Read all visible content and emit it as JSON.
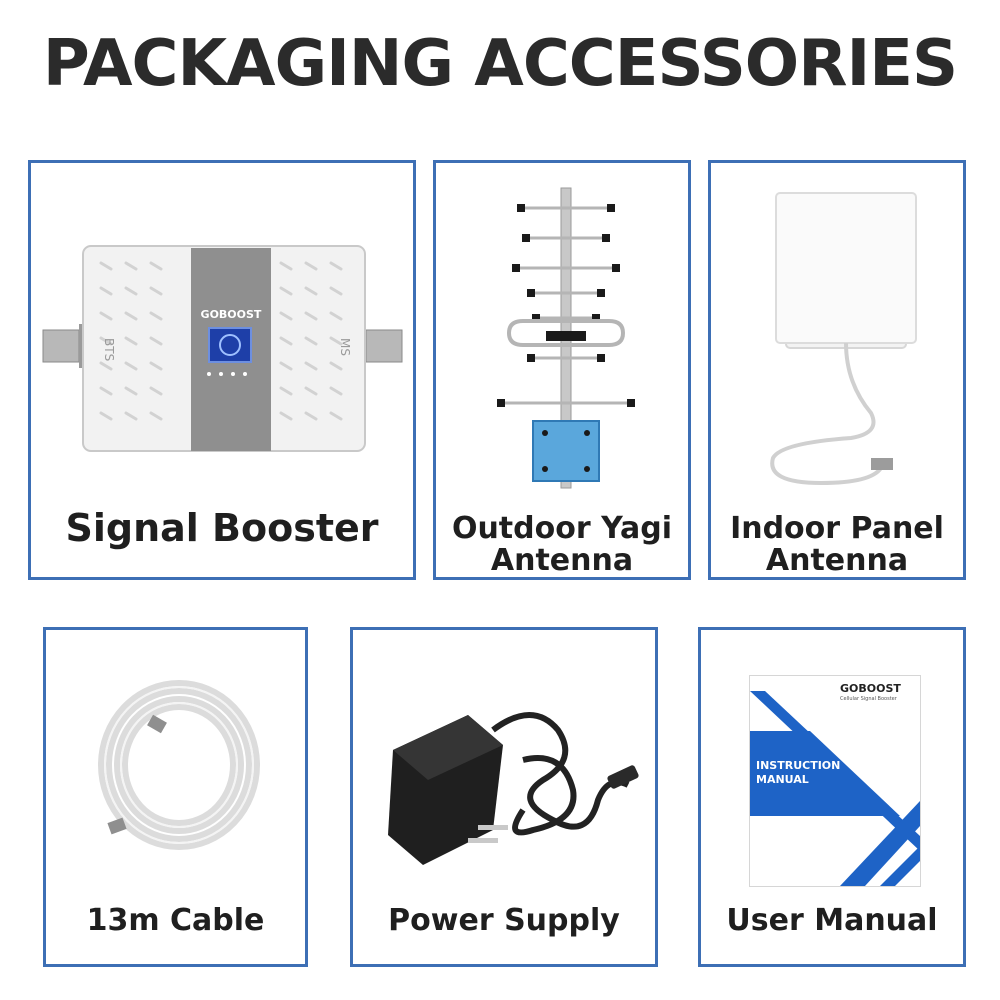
{
  "page": {
    "title": "PACKAGING ACCESSORIES"
  },
  "theme": {
    "border_color": "#3d6fb5",
    "title_color": "#2b2b2b",
    "text_color": "#1f1f1f"
  },
  "items": [
    {
      "label": "Signal Booster",
      "icon": "signal-booster-device",
      "device": {
        "brand": "GOBOOST",
        "left_port": "BTS",
        "right_port": "MS"
      }
    },
    {
      "label_line1": "Outdoor Yagi",
      "label_line2": "Antenna",
      "icon": "yagi-antenna"
    },
    {
      "label_line1": "Indoor Panel",
      "label_line2": "Antenna",
      "icon": "panel-antenna"
    },
    {
      "label": "13m Cable",
      "icon": "coiled-cable"
    },
    {
      "label": "Power Supply",
      "icon": "power-adapter"
    },
    {
      "label": "User Manual",
      "icon": "instruction-manual",
      "manual": {
        "brand": "GOBOOST",
        "subtitle": "Cellular Signal Booster",
        "heading_line1": "INSTRUCTION",
        "heading_line2": "MANUAL"
      }
    }
  ]
}
